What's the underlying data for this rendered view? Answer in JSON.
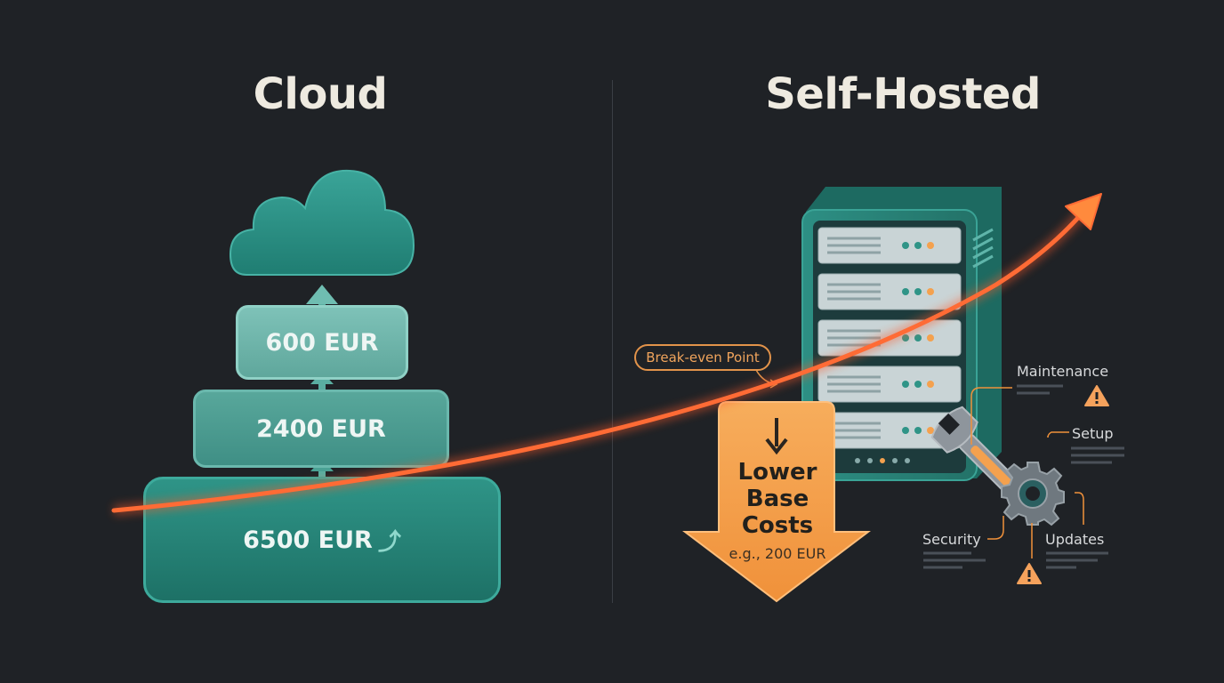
{
  "cloud": {
    "title": "Cloud",
    "tiers": [
      {
        "label": "600 EUR"
      },
      {
        "label": "2400 EUR"
      },
      {
        "label": "6500 EUR"
      }
    ],
    "tier_arrow_glyph": "⤴"
  },
  "self_hosted": {
    "title": "Self-Hosted",
    "break_even_label": "Break-even Point",
    "lower_costs": {
      "title": "Lower Base Costs",
      "example": "e.g., 200 EUR"
    },
    "tasks": {
      "maintenance": "Maintenance",
      "setup": "Setup",
      "security": "Security",
      "updates": "Updates"
    }
  },
  "colors": {
    "background": "#1f2226",
    "teal": "#2f9487",
    "orange": "#f4a14e",
    "curve": "#ff6b35",
    "warning": "#f5a25c"
  },
  "icons": [
    "cloud-icon",
    "server-icon",
    "wrench-icon",
    "gear-icon",
    "warning-icon",
    "down-arrow-icon",
    "up-arrow-icon"
  ]
}
